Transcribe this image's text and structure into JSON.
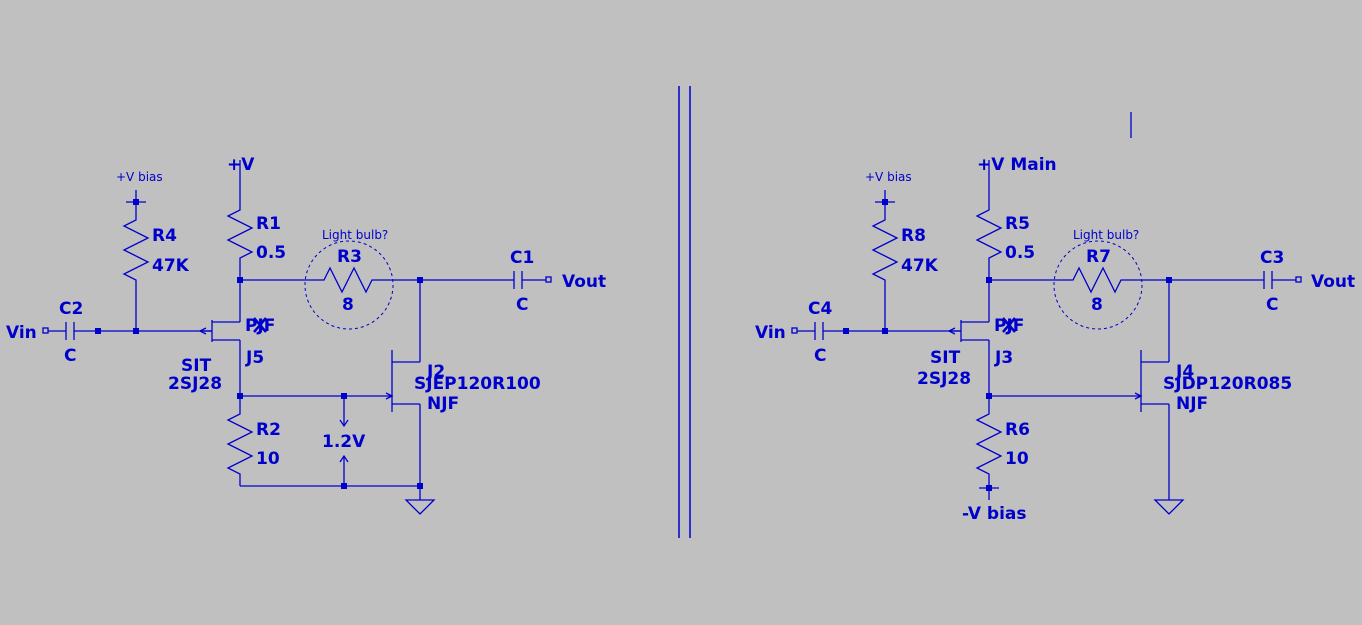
{
  "left": {
    "labels": {
      "vin": "Vin",
      "vout": "Vout",
      "vpos": "+V",
      "vbias": "+V bias",
      "light": "Light bulb?",
      "vmeas": "1.2V"
    },
    "r4": {
      "name": "R4",
      "value": "47K"
    },
    "r1": {
      "name": "R1",
      "value": "0.5"
    },
    "r3": {
      "name": "R3",
      "value": "8"
    },
    "r2": {
      "name": "R2",
      "value": "10"
    },
    "c1": {
      "name": "C1",
      "value": "C"
    },
    "c2": {
      "name": "C2",
      "value": "C"
    },
    "j5": {
      "name": "J5",
      "model": "PJF",
      "type": "SIT",
      "part": "2SJ28"
    },
    "j2": {
      "name": "J2",
      "part": "SJEP120R100",
      "model": "NJF"
    }
  },
  "right": {
    "labels": {
      "vin": "Vin",
      "vout": "Vout",
      "vpos": "+V Main",
      "vbias": "+V bias",
      "vneg": "-V bias",
      "light": "Light bulb?"
    },
    "r8": {
      "name": "R8",
      "value": "47K"
    },
    "r5": {
      "name": "R5",
      "value": "0.5"
    },
    "r7": {
      "name": "R7",
      "value": "8"
    },
    "r6": {
      "name": "R6",
      "value": "10"
    },
    "c3": {
      "name": "C3",
      "value": "C"
    },
    "c4": {
      "name": "C4",
      "value": "C"
    },
    "j3": {
      "name": "J3",
      "model": "PJF",
      "type": "SIT",
      "part": "2SJ28"
    },
    "j4": {
      "name": "J4",
      "part": "SJDP120R085",
      "model": "NJF"
    }
  },
  "colors": {
    "wire": "#0000cc",
    "background": "#c0c0c0"
  }
}
